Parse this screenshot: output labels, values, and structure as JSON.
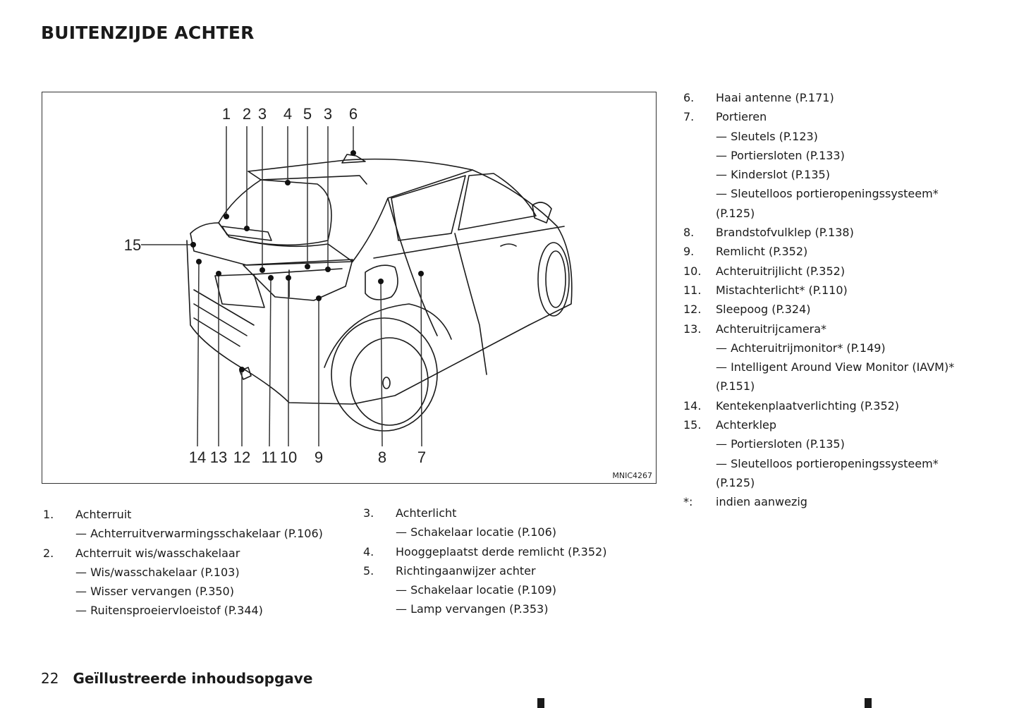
{
  "header": {
    "title": "BUITENZIJDE ACHTER"
  },
  "figure": {
    "code": "MNIC4267",
    "top_labels": [
      "1",
      "2",
      "3",
      "4",
      "5",
      "3",
      "6"
    ],
    "bottom_labels": [
      "14",
      "13",
      "12",
      "11",
      "10",
      "9",
      "8",
      "7"
    ],
    "side_label": "15"
  },
  "list_col1": [
    {
      "num": "1.",
      "label": "Achterruit",
      "subs": [
        "— Achterruitverwarmingsschakelaar (P.106)"
      ]
    },
    {
      "num": "2.",
      "label": "Achterruit wis/wasschakelaar",
      "subs": [
        "— Wis/wasschakelaar (P.103)",
        "— Wisser vervangen (P.350)",
        "— Ruitensproeiervloeistof (P.344)"
      ]
    }
  ],
  "list_col2": [
    {
      "num": "3.",
      "label": "Achterlicht",
      "subs": [
        "— Schakelaar locatie (P.106)"
      ]
    },
    {
      "num": "4.",
      "label": "Hooggeplaatst derde remlicht (P.352)",
      "subs": []
    },
    {
      "num": "5.",
      "label": "Richtingaanwijzer achter",
      "subs": [
        "— Schakelaar locatie (P.109)",
        "— Lamp vervangen (P.353)"
      ]
    }
  ],
  "list_col3": [
    {
      "num": "6.",
      "label": "Haai antenne (P.171)"
    },
    {
      "num": "7.",
      "label": "Portieren"
    },
    {
      "sub": "— Sleutels (P.123)"
    },
    {
      "sub": "— Portiersloten (P.133)"
    },
    {
      "sub": "— Kinderslot (P.135)"
    },
    {
      "sub": "— Sleutelloos portieropeningssysteem*"
    },
    {
      "cont": "(P.125)"
    },
    {
      "num": "8.",
      "label": "Brandstofvulklep (P.138)"
    },
    {
      "num": "9.",
      "label": "Remlicht (P.352)"
    },
    {
      "num": "10.",
      "label": "Achteruitrijlicht (P.352)"
    },
    {
      "num": "11.",
      "label": "Mistachterlicht* (P.110)"
    },
    {
      "num": "12.",
      "label": "Sleepoog (P.324)"
    },
    {
      "num": "13.",
      "label": "Achteruitrijcamera*"
    },
    {
      "sub": "— Achteruitrijmonitor* (P.149)"
    },
    {
      "sub": "— Intelligent Around View Monitor (IAVM)*"
    },
    {
      "cont": "(P.151)"
    },
    {
      "num": "14.",
      "label": "Kentekenplaatverlichting (P.352)"
    },
    {
      "num": "15.",
      "label": "Achterklep"
    },
    {
      "sub": "— Portiersloten (P.135)"
    },
    {
      "sub": "— Sleutelloos portieropeningssysteem*"
    },
    {
      "cont": "(P.125)"
    },
    {
      "num": "*:",
      "label": "indien aanwezig"
    }
  ],
  "footer": {
    "page_number": "22",
    "section": "Geïllustreerde inhoudsopgave"
  },
  "colors": {
    "ink": "#1a1a1a",
    "frame": "#333333",
    "background": "#ffffff"
  }
}
